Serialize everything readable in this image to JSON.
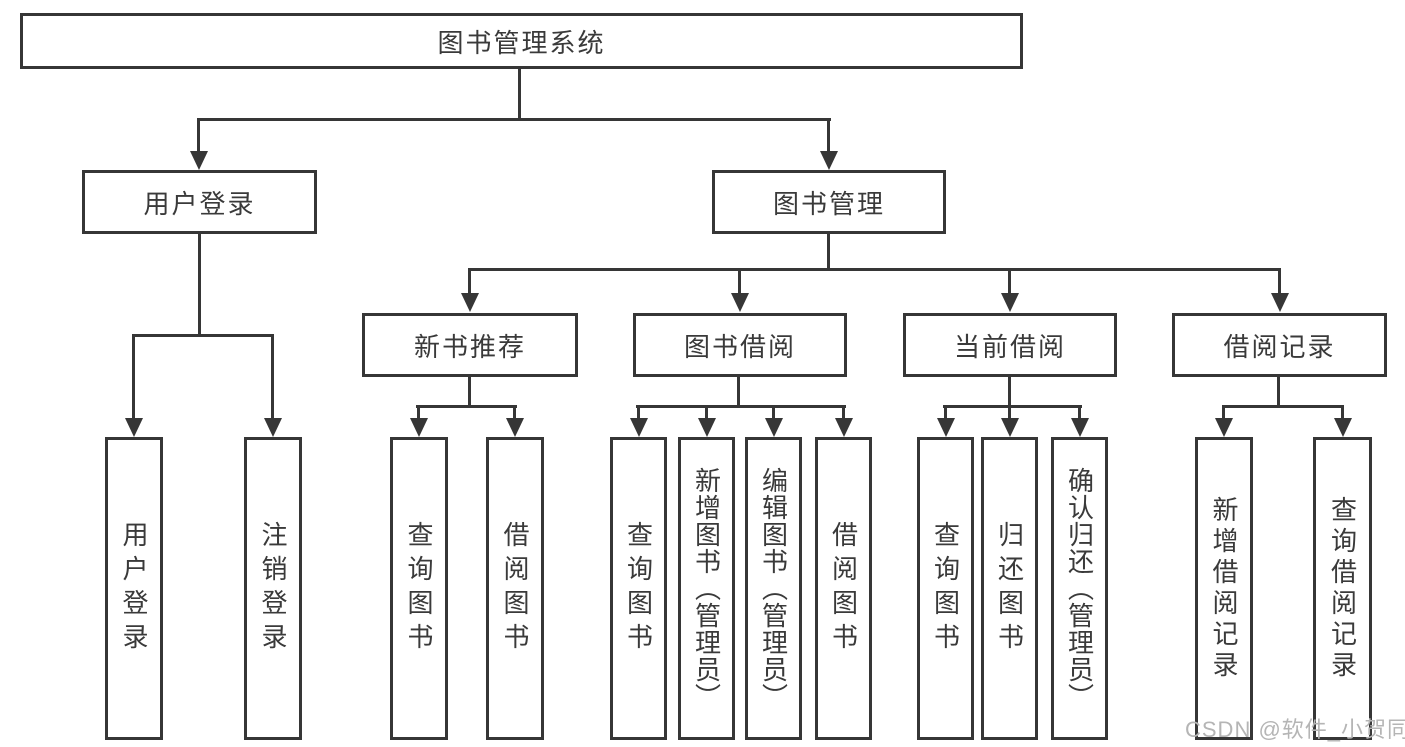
{
  "diagram": {
    "title": "图书管理系统",
    "root": {
      "label": "图书管理系统"
    },
    "level2": [
      {
        "label": "用户登录"
      },
      {
        "label": "图书管理"
      }
    ],
    "level3": [
      {
        "label": "新书推荐",
        "parent": "图书管理"
      },
      {
        "label": "图书借阅",
        "parent": "图书管理"
      },
      {
        "label": "当前借阅",
        "parent": "图书管理"
      },
      {
        "label": "借阅记录",
        "parent": "图书管理"
      }
    ],
    "leaves": [
      {
        "label": "用户登录",
        "parent": "用户登录"
      },
      {
        "label": "注销登录",
        "parent": "用户登录"
      },
      {
        "label": "查询图书",
        "parent": "新书推荐"
      },
      {
        "label": "借阅图书",
        "parent": "新书推荐"
      },
      {
        "label": "查询图书",
        "parent": "图书借阅"
      },
      {
        "label": "新增图书（管理员）",
        "parent": "图书借阅"
      },
      {
        "label": "编辑图书（管理员）",
        "parent": "图书借阅"
      },
      {
        "label": "借阅图书",
        "parent": "图书借阅"
      },
      {
        "label": "查询图书",
        "parent": "当前借阅"
      },
      {
        "label": "归还图书",
        "parent": "当前借阅"
      },
      {
        "label": "确认归还（管理员）",
        "parent": "当前借阅"
      },
      {
        "label": "新增借阅记录",
        "parent": "借阅记录"
      },
      {
        "label": "查询借阅记录",
        "parent": "借阅记录"
      }
    ],
    "watermark": "CSDN @软件_小贺同学",
    "colors": {
      "ink": "#363636",
      "text": "#3a3a3a",
      "background": "#ffffff",
      "watermark": "#b5b5b5"
    }
  }
}
